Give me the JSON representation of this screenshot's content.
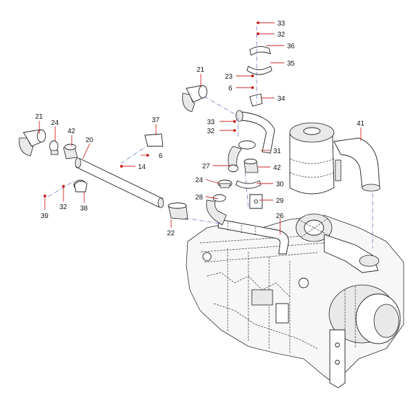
{
  "callouts": [
    {
      "label": "33"
    },
    {
      "label": "32"
    },
    {
      "label": "36"
    },
    {
      "label": "35"
    },
    {
      "label": "21"
    },
    {
      "label": "23"
    },
    {
      "label": "6"
    },
    {
      "label": "34"
    },
    {
      "label": "21"
    },
    {
      "label": "24"
    },
    {
      "label": "42"
    },
    {
      "label": "37"
    },
    {
      "label": "20"
    },
    {
      "label": "6"
    },
    {
      "label": "14"
    },
    {
      "label": "33"
    },
    {
      "label": "32"
    },
    {
      "label": "31"
    },
    {
      "label": "41"
    },
    {
      "label": "27"
    },
    {
      "label": "42"
    },
    {
      "label": "24"
    },
    {
      "label": "30"
    },
    {
      "label": "28"
    },
    {
      "label": "29"
    },
    {
      "label": "39"
    },
    {
      "label": "32"
    },
    {
      "label": "38"
    },
    {
      "label": "22"
    },
    {
      "label": "26"
    }
  ]
}
